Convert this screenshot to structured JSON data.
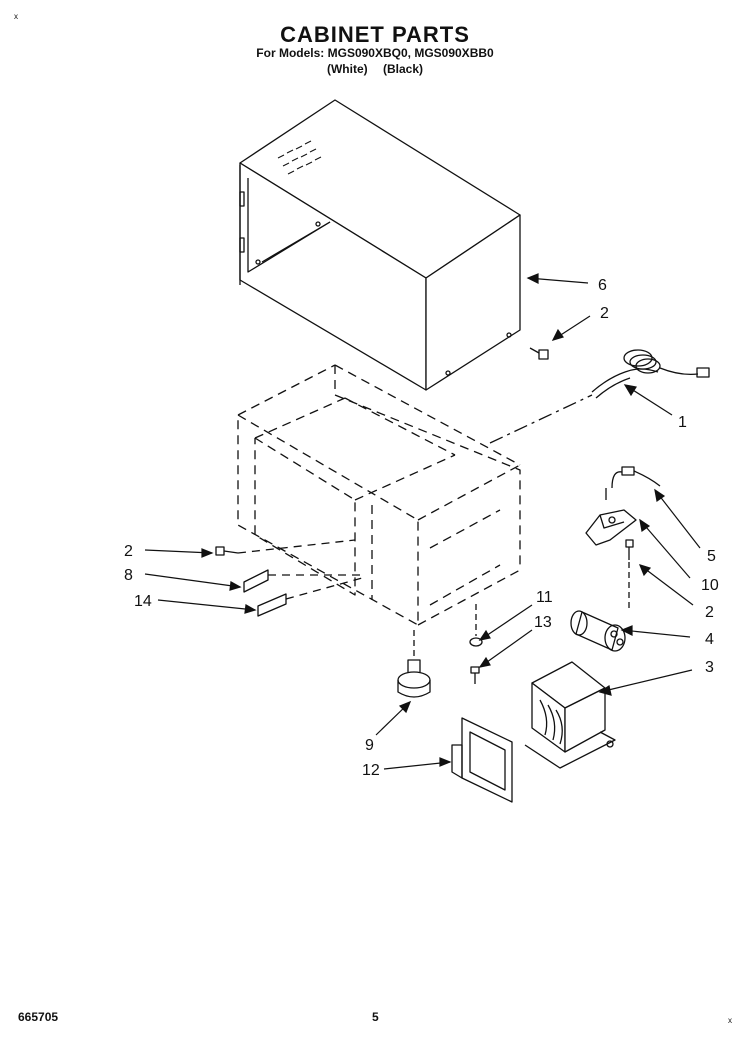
{
  "header": {
    "title": "CABINET PARTS",
    "models": "For Models: MGS090XBQ0, MGS090XBB0",
    "color_white": "(White)",
    "color_black": "(Black)"
  },
  "callouts": {
    "c6": "6",
    "c2a": "2",
    "c1": "1",
    "c5": "5",
    "c10": "10",
    "c2b": "2",
    "c4": "4",
    "c3": "3",
    "c2c": "2",
    "c8": "8",
    "c14": "14",
    "c11": "11",
    "c13": "13",
    "c9": "9",
    "c12": "12"
  },
  "footer": {
    "doc_number": "665705",
    "page_number": "5"
  },
  "marks": {
    "corner_top_left": "x",
    "corner_bottom_right": "x"
  }
}
